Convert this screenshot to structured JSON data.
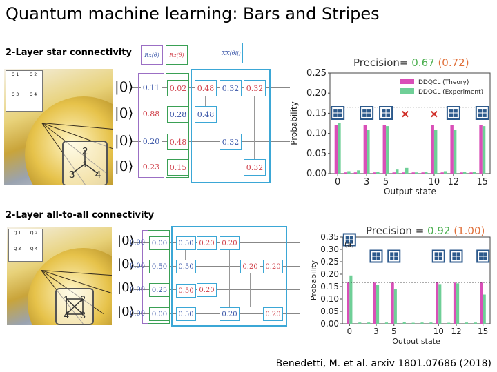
{
  "title": "Quantum machine learning: Bars and Stripes",
  "section_star": "2-Layer star connectivity",
  "section_all": "2-Layer all-to-all connectivity",
  "citation": "Benedetti, M. et al. arxiv 1801.07686 (2018)",
  "ket_label": "|0⟩",
  "gate_labels": {
    "rx": "Rx(θ)",
    "rz": "Rz(θ)",
    "xx": "XX(θij)"
  },
  "qubit_grid": [
    "Q 1",
    "Q 2",
    "Q 3",
    "Q 4"
  ],
  "star": {
    "topology_nodes": [
      "2",
      "1",
      "3",
      "4"
    ],
    "rx_values": [
      "0.11",
      "0.88",
      "0.20",
      "0.23"
    ],
    "rz_values": [
      "0.02",
      "0.28",
      "0.48",
      "0.15"
    ],
    "xx_values": [
      "0.48",
      "0.48",
      "0.32",
      "0.32",
      "0.32",
      "0.32"
    ]
  },
  "all_to_all": {
    "topology_nodes": [
      "1",
      "2",
      "4",
      "3"
    ],
    "rx_values": [
      "0.00",
      "0.00",
      "0.00",
      "0.00"
    ],
    "rz_values": [
      "0.00",
      "0.50",
      "0.25",
      "0.00"
    ],
    "xx_values": [
      "0.50",
      "0.20",
      "0.20",
      "0.50",
      "0.20",
      "0.20",
      "0.50",
      "0.20",
      "0.50",
      "0.20",
      "0.20"
    ]
  },
  "colors": {
    "theory": "#d94fb8",
    "experiment": "#6fcf97",
    "precision_value": "#4caf50",
    "precision_ideal": "#e0703a",
    "bas_tile": "#2d5a8c"
  },
  "chart_data": [
    {
      "type": "bar",
      "precision_label": "Precision= ",
      "precision": "0.67",
      "precision_ideal": "(0.72)",
      "ylabel": "Probability",
      "xlabel": "Output state",
      "ylim": [
        0,
        0.25
      ],
      "yticks": [
        "0.00",
        "0.05",
        "0.10",
        "0.15",
        "0.20",
        "0.25"
      ],
      "xticks": [
        "0",
        "3",
        "5",
        "10",
        "12",
        "15"
      ],
      "x": [
        0,
        1,
        2,
        3,
        4,
        5,
        6,
        7,
        8,
        9,
        10,
        11,
        12,
        13,
        14,
        15
      ],
      "threshold": 0.165,
      "legend": [
        "DDQCL (Theory)",
        "DDQCL (Experiment)"
      ],
      "legend_position": "top-right",
      "series": [
        {
          "name": "DDQCL (Theory)",
          "values": [
            0.12,
            0.003,
            0.003,
            0.12,
            0.003,
            0.12,
            0.003,
            0.003,
            0.003,
            0.003,
            0.12,
            0.003,
            0.12,
            0.003,
            0.003,
            0.12
          ]
        },
        {
          "name": "DDQCL (Experiment)",
          "values": [
            0.125,
            0.006,
            0.008,
            0.108,
            0.005,
            0.118,
            0.01,
            0.014,
            0.003,
            0.004,
            0.108,
            0.006,
            0.108,
            0.005,
            0.004,
            0.118
          ]
        }
      ],
      "markers": [
        "bas",
        "",
        "",
        "bas",
        "",
        "bas",
        "",
        "miss",
        "",
        "",
        "miss",
        "",
        "bas",
        "",
        "",
        "bas"
      ]
    },
    {
      "type": "bar",
      "precision_label": "Precision = ",
      "precision": "0.92",
      "precision_ideal": "(1.00)",
      "panel_label": "(a)",
      "ylabel": "Probability",
      "xlabel": "Output state",
      "ylim": [
        0,
        0.35
      ],
      "yticks": [
        "0.00",
        "0.05",
        "0.10",
        "0.15",
        "0.20",
        "0.25",
        "0.30",
        "0.35"
      ],
      "xticks": [
        "0",
        "3",
        "5",
        "10",
        "12",
        "15"
      ],
      "x": [
        0,
        1,
        2,
        3,
        4,
        5,
        6,
        7,
        8,
        9,
        10,
        11,
        12,
        13,
        14,
        15
      ],
      "threshold": 0.167,
      "series": [
        {
          "name": "",
          "values": [
            0.166,
            0,
            0,
            0.166,
            0,
            0.166,
            0,
            0,
            0,
            0,
            0.166,
            0,
            0.166,
            0,
            0,
            0.166
          ]
        },
        {
          "name": "",
          "values": [
            0.195,
            0.005,
            0.005,
            0.158,
            0.005,
            0.14,
            0.006,
            0.004,
            0.005,
            0.005,
            0.16,
            0.004,
            0.163,
            0.005,
            0.005,
            0.118
          ]
        }
      ],
      "markers": [
        "bas",
        "",
        "",
        "bas",
        "",
        "bas",
        "",
        "",
        "",
        "",
        "bas",
        "",
        "bas",
        "",
        "",
        "bas"
      ]
    }
  ]
}
